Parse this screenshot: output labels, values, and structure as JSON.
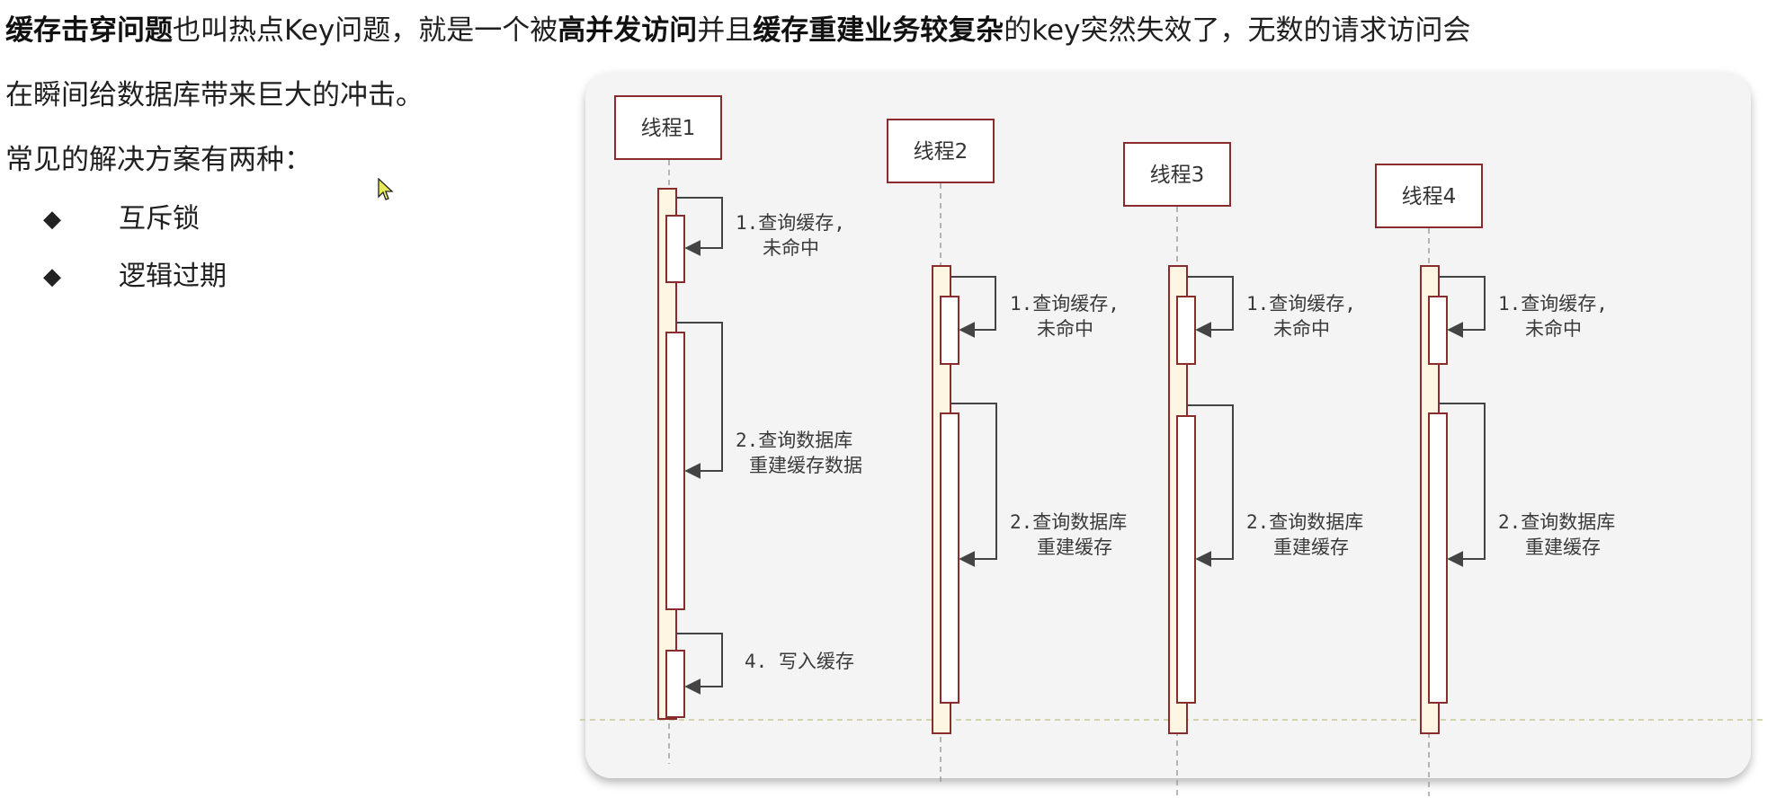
{
  "text": {
    "line1": {
      "bold1": "缓存击穿问题",
      "normal1": "也叫热点Key问题，就是一个被",
      "bold2": "高并发访问",
      "normal2": "并且",
      "bold3": "缓存重建业务较复杂",
      "normal3": "的key突然失效了，无数的请求访问会"
    },
    "line2": "在瞬间给数据库带来巨大的冲击。",
    "line3": "常见的解决方案有两种：",
    "bullets": [
      {
        "symbol": "◆",
        "label": "互斥锁"
      },
      {
        "symbol": "◆",
        "label": "逻辑过期"
      }
    ]
  },
  "diagram": {
    "threads": [
      {
        "name": "线程1",
        "steps": [
          {
            "line1": "1.查询缓存,",
            "line2": "未命中"
          },
          {
            "line1": "2.查询数据库",
            "line2": "重建缓存数据"
          },
          {
            "line1": "4. 写入缓存",
            "line2": ""
          }
        ]
      },
      {
        "name": "线程2",
        "steps": [
          {
            "line1": "1.查询缓存,",
            "line2": "未命中"
          },
          {
            "line1": "2.查询数据库",
            "line2": "重建缓存"
          }
        ]
      },
      {
        "name": "线程3",
        "steps": [
          {
            "line1": "1.查询缓存,",
            "line2": "未命中"
          },
          {
            "line1": "2.查询数据库",
            "line2": "重建缓存"
          }
        ]
      },
      {
        "name": "线程4",
        "steps": [
          {
            "line1": "1.查询缓存,",
            "line2": "未命中"
          },
          {
            "line1": "2.查询数据库",
            "line2": "重建缓存"
          }
        ]
      }
    ]
  },
  "colors": {
    "panel_bg": "#f4f4f4",
    "box_border": "#8b2c2c",
    "activation_fill": "#fdf6e3",
    "line": "#444444",
    "dashed_divider": "#c8c896"
  }
}
